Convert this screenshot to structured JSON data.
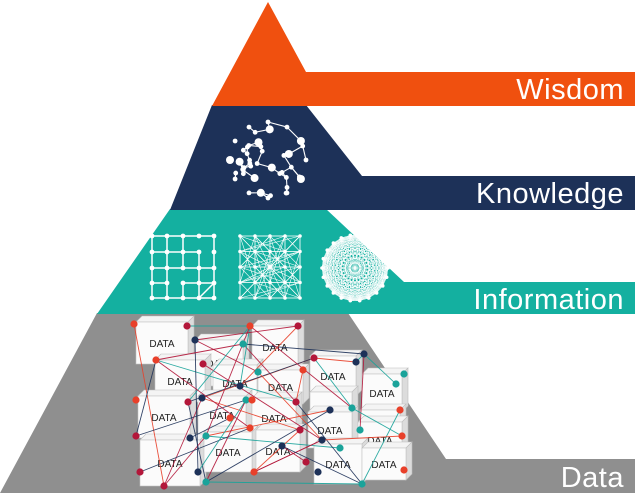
{
  "pyramid": {
    "levels": [
      {
        "id": "wisdom",
        "label": "Wisdom",
        "color": "#f0500f",
        "icon": "peak-icon"
      },
      {
        "id": "knowledge",
        "label": "Knowledge",
        "color": "#1d3158",
        "icon": "sphere-network-icon"
      },
      {
        "id": "information",
        "label": "Information",
        "color": "#14b0a0",
        "icon": "network-graphs-icon"
      },
      {
        "id": "data",
        "label": "Data",
        "color": "#8f8f8f",
        "icon": "data-boxes-icon"
      }
    ]
  },
  "data_box_text": "DATA"
}
